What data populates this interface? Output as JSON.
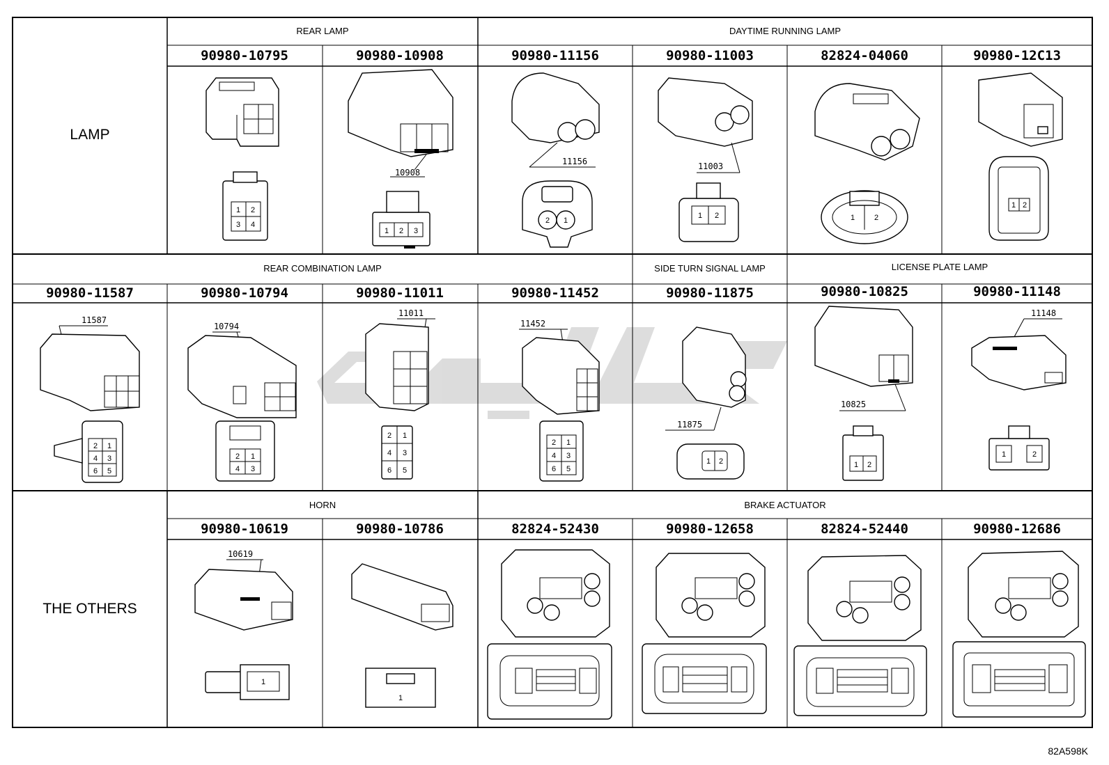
{
  "categories": {
    "lamp": "LAMP",
    "others": "THE OTHERS"
  },
  "groups": {
    "rear_lamp": "REAR LAMP",
    "drl": "DAYTIME RUNNING LAMP",
    "rear_combination": "REAR COMBINATION LAMP",
    "side_turn": "SIDE TURN SIGNAL LAMP",
    "license_plate": "LICENSE PLATE LAMP",
    "horn": "HORN",
    "brake_actuator": "BRAKE ACTUATOR"
  },
  "row1": [
    {
      "part": "90980-10795",
      "callout": "",
      "pins": [
        "1",
        "2",
        "3",
        "4"
      ]
    },
    {
      "part": "90980-10908",
      "callout": "10908",
      "pins": [
        "1",
        "2",
        "3"
      ]
    },
    {
      "part": "90980-11156",
      "callout": "11156",
      "pins": [
        "2",
        "1"
      ]
    },
    {
      "part": "90980-11003",
      "callout": "11003",
      "pins": [
        "1",
        "2"
      ]
    },
    {
      "part": "82824-04060",
      "callout": "",
      "pins": [
        "1",
        "2"
      ]
    },
    {
      "part": "90980-12C13",
      "callout": "",
      "pins": [
        "1",
        "2"
      ]
    }
  ],
  "row2": [
    {
      "part": "90980-11587",
      "callout": "11587",
      "pins": [
        "2",
        "1",
        "4",
        "3",
        "6",
        "5"
      ]
    },
    {
      "part": "90980-10794",
      "callout": "10794",
      "pins": [
        "2",
        "1",
        "4",
        "3"
      ]
    },
    {
      "part": "90980-11011",
      "callout": "11011",
      "pins": [
        "2",
        "1",
        "4",
        "3",
        "6",
        "5"
      ]
    },
    {
      "part": "90980-11452",
      "callout": "11452",
      "pins": [
        "2",
        "1",
        "4",
        "3",
        "6",
        "5"
      ]
    },
    {
      "part": "90980-11875",
      "callout": "11875",
      "pins": [
        "1",
        "2"
      ]
    },
    {
      "part": "90980-10825",
      "callout": "10825",
      "pins": [
        "1",
        "2"
      ]
    },
    {
      "part": "90980-11148",
      "callout": "11148",
      "pins": [
        "1",
        "2"
      ]
    }
  ],
  "row3": [
    {
      "part": "90980-10619",
      "callout": "10619",
      "pins": [
        "1"
      ]
    },
    {
      "part": "90980-10786",
      "callout": "",
      "pins": [
        "1"
      ]
    },
    {
      "part": "82824-52430",
      "callout": "",
      "pins": []
    },
    {
      "part": "90980-12658",
      "callout": "",
      "pins": []
    },
    {
      "part": "82824-52440",
      "callout": "",
      "pins": []
    },
    {
      "part": "90980-12686",
      "callout": "",
      "pins": []
    }
  ],
  "doc_id": "82A598K"
}
